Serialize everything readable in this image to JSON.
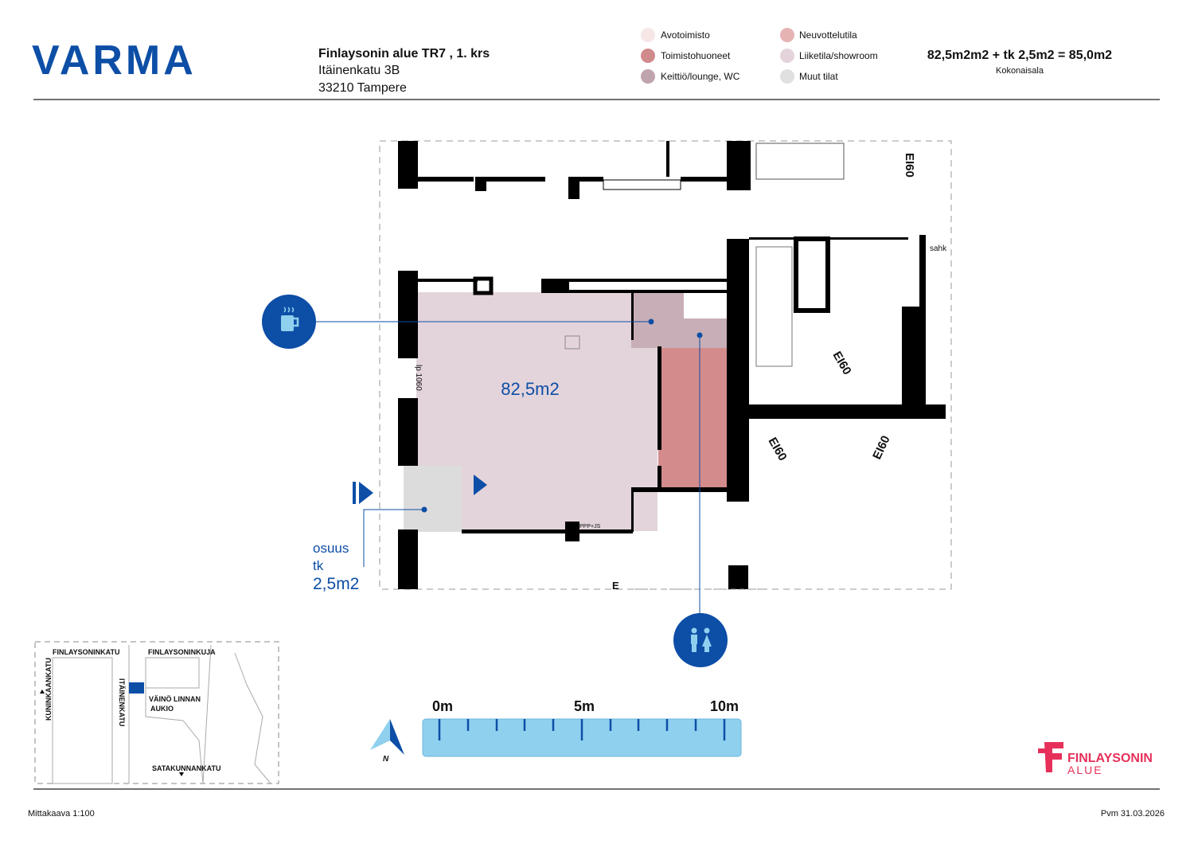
{
  "header": {
    "brand": "VARMA",
    "title": "Finlaysonin alue  TR7 , 1. krs",
    "address_line1": "Itäinenkatu 3B",
    "address_line2": "33210 Tampere",
    "legend": [
      {
        "label": "Avotoimisto",
        "color": "#f6e6e6"
      },
      {
        "label": "Toimistohuoneet",
        "color": "#d08a8c"
      },
      {
        "label": "Keittiö/lounge, WC",
        "color": "#bfa3ad"
      },
      {
        "label": "Neuvottelutila",
        "color": "#e6b3b3"
      },
      {
        "label": "Liiketila/showroom",
        "color": "#e5d3db"
      },
      {
        "label": "Muut tilat",
        "color": "#e0e0e0"
      }
    ],
    "area_total": "82,5m2m2 +  tk 2,5m2 = 85,0m2",
    "area_label": "Kokonaisala"
  },
  "plan": {
    "main_area": "82,5m2",
    "share_label1": "osuus",
    "share_label2": "tk",
    "share_area": "2,5m2",
    "fire_labels": [
      "EI60",
      "EI60",
      "EI60",
      "EI60"
    ],
    "small_labels": {
      "lp": "lp 1060",
      "sahk": "sahk",
      "ppp": "PPP+JS",
      "e": "E"
    },
    "accent": "#0d4ea6",
    "icons": [
      "coffee-icon",
      "toilet-icon",
      "entrance-icon"
    ]
  },
  "location_map": {
    "streets": [
      "FINLAYSONINKATU",
      "FINLAYSONINKUJA",
      "KUNINKAANKATU",
      "ITÄINENKATU",
      "VÄINÖ LINNAN",
      "AUKIO",
      "SATAKUNNANKATU"
    ]
  },
  "scale_bar": {
    "labels": [
      "0m",
      "5m",
      "10m"
    ],
    "north": "N"
  },
  "footer": {
    "scale": "Mittakaava 1:100",
    "date": "Pvm 31.03.2026",
    "partner_logo1": "FINLAYSONIN",
    "partner_logo2": "ALUE"
  }
}
